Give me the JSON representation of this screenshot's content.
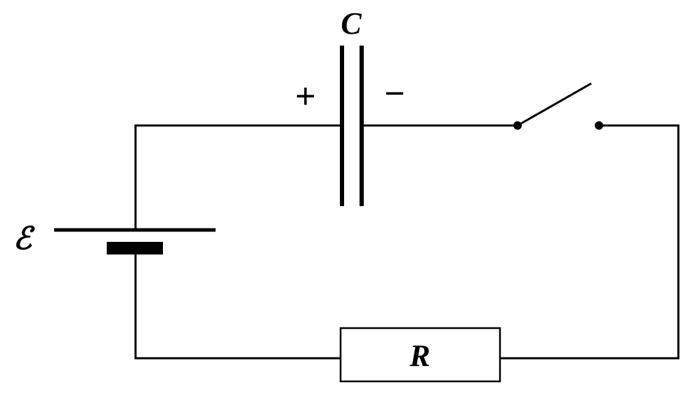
{
  "diagram": {
    "type": "circuit-schematic",
    "components": {
      "battery": {
        "label": "ℰ"
      },
      "capacitor": {
        "label": "C",
        "positive_sign": "+",
        "negative_sign": "−"
      },
      "switch": {
        "state": "open"
      },
      "resistor": {
        "label": "R"
      }
    }
  }
}
